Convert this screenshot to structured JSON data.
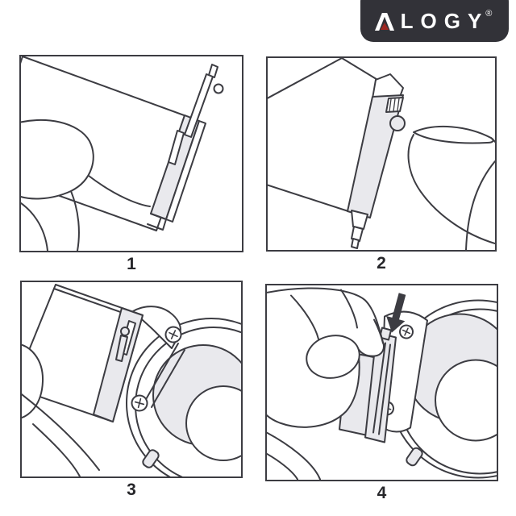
{
  "logo": {
    "brand": "ALOGY",
    "brand_rest": "LOGY",
    "reg_mark": "®",
    "plate_color": "#323238",
    "text_color": "#ffffff",
    "accent_red": "#9e2823"
  },
  "steps": [
    {
      "number": "1",
      "illustration": "hand-holding-strap-with-quick-release-spring-bar"
    },
    {
      "number": "2",
      "illustration": "fingertip-sliding-quick-release-knob"
    },
    {
      "number": "3",
      "illustration": "strap-angled-into-watch-lugs-with-screws"
    },
    {
      "number": "4",
      "illustration": "arrow-press-knob-to-seat-strap-in-lug"
    }
  ],
  "colors": {
    "line": "#3c3c42",
    "shade": "#e9e9ed",
    "background": "#ffffff"
  }
}
